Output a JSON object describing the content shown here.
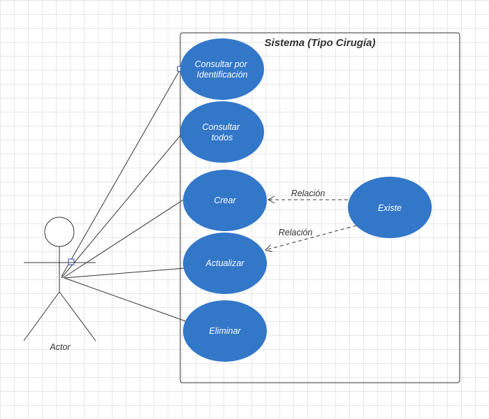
{
  "system": {
    "title": "Sistema (Tipo Cirugía)"
  },
  "actor": {
    "label": "Actor"
  },
  "colors": {
    "usecase_fill": "#3377c9",
    "line": "#333333",
    "grid": "#e6e6e6"
  },
  "use_cases": {
    "consultar_id": {
      "line1": "Consultar por",
      "line2": "Identificación"
    },
    "consultar_todos": {
      "line1": "Consultar",
      "line2": "todos"
    },
    "crear": {
      "label": "Crear"
    },
    "actualizar": {
      "label": "Actualizar"
    },
    "eliminar": {
      "label": "Eliminar"
    },
    "existe": {
      "label": "Existe"
    }
  },
  "relations": {
    "crear_existe": "Relación",
    "actualizar_existe": "Relación"
  }
}
